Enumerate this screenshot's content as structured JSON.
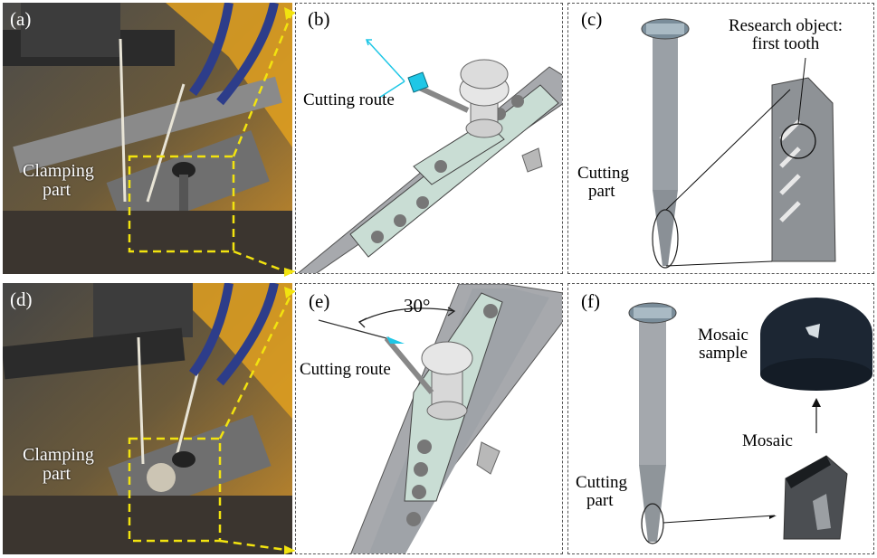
{
  "panels": {
    "a": {
      "label": "(a)",
      "caption_line1": "Clamping",
      "caption_line2": "part"
    },
    "b": {
      "label": "(b)",
      "caption": "Cutting route"
    },
    "c": {
      "label": "(c)",
      "title_line1": "Research object:",
      "title_line2": "first tooth",
      "caption_line1": "Cutting",
      "caption_line2": "part"
    },
    "d": {
      "label": "(d)",
      "caption_line1": "Clamping",
      "caption_line2": "part"
    },
    "e": {
      "label": "(e)",
      "angle": "30°",
      "caption": "Cutting route"
    },
    "f": {
      "label": "(f)",
      "sample_line1": "Mosaic",
      "sample_line2": "sample",
      "mosaic": "Mosaic",
      "caption_line1": "Cutting",
      "caption_line2": "part"
    }
  },
  "colors": {
    "guide": "#f2e30f",
    "cyan": "#1fc7e6",
    "fixture": "#c9ddd4",
    "rail": "#a7a9ad"
  }
}
